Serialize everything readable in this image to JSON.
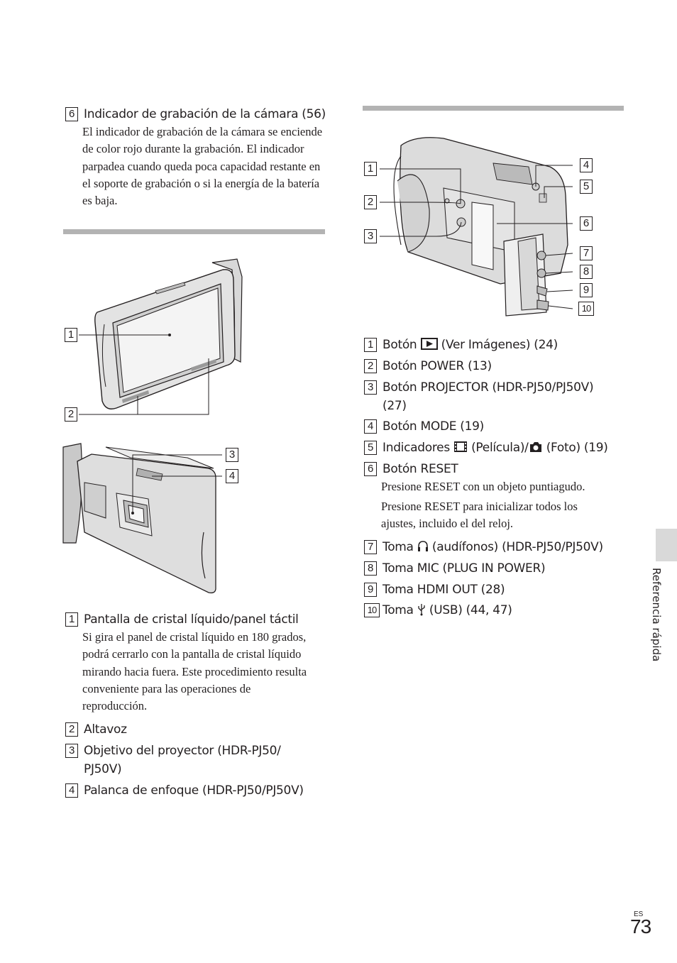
{
  "top_item": {
    "num": "6",
    "title": "Indicador de grabación de la cámara (56)",
    "body": "El indicador de grabación de la cámara se enciende de color rojo durante la grabación. El indicador parpadea cuando queda poca capacidad restante en el soporte de grabación o si la energía de la batería es baja."
  },
  "left_callouts": [
    "1",
    "2",
    "3",
    "4"
  ],
  "left_list": [
    {
      "num": "1",
      "title": "Pantalla de cristal líquido/panel táctil",
      "body": "Si gira el panel de cristal líquido en 180 grados, podrá cerrarlo con la pantalla de cristal líquido mirando hacia fuera. Este procedimiento resulta conveniente para las operaciones de reproducción."
    },
    {
      "num": "2",
      "title": "Altavoz"
    },
    {
      "num": "3",
      "title": "Objetivo del proyector (HDR-PJ50/ PJ50V)"
    },
    {
      "num": "4",
      "title": "Palanca de enfoque (HDR-PJ50/PJ50V)"
    }
  ],
  "right_callouts": [
    "1",
    "2",
    "3",
    "4",
    "5",
    "6",
    "7",
    "8",
    "9",
    "10"
  ],
  "right_list": [
    {
      "num": "1",
      "pre": "Botón ",
      "icon": "play-icon",
      "post": " (Ver Imágenes) (24)"
    },
    {
      "num": "2",
      "text": "Botón POWER (13)"
    },
    {
      "num": "3",
      "text": "Botón PROJECTOR (HDR-PJ50/PJ50V) (27)"
    },
    {
      "num": "4",
      "text": "Botón MODE (19)"
    },
    {
      "num": "5",
      "pre": "Indicadores ",
      "icon": "film-icon",
      "mid": " (Película)/",
      "icon2": "camera-icon",
      "post": " (Foto) (19)"
    },
    {
      "num": "6",
      "text": "Botón RESET",
      "body1": "Presione RESET con un objeto puntiagudo.",
      "body2": "Presione RESET para inicializar todos los ajustes, incluido el del reloj."
    },
    {
      "num": "7",
      "pre": "Toma ",
      "icon": "headphones-icon",
      "post": " (audífonos) (HDR-PJ50/PJ50V)"
    },
    {
      "num": "8",
      "text": "Toma MIC (PLUG IN POWER)"
    },
    {
      "num": "9",
      "text": "Toma HDMI OUT (28)"
    },
    {
      "num": "10",
      "pre": "Toma ",
      "icon": "usb-icon",
      "post": " (USB) (44, 47)"
    }
  ],
  "sidebar_label": "Referencia rápida",
  "page": {
    "lang": "ES",
    "number": "73"
  }
}
